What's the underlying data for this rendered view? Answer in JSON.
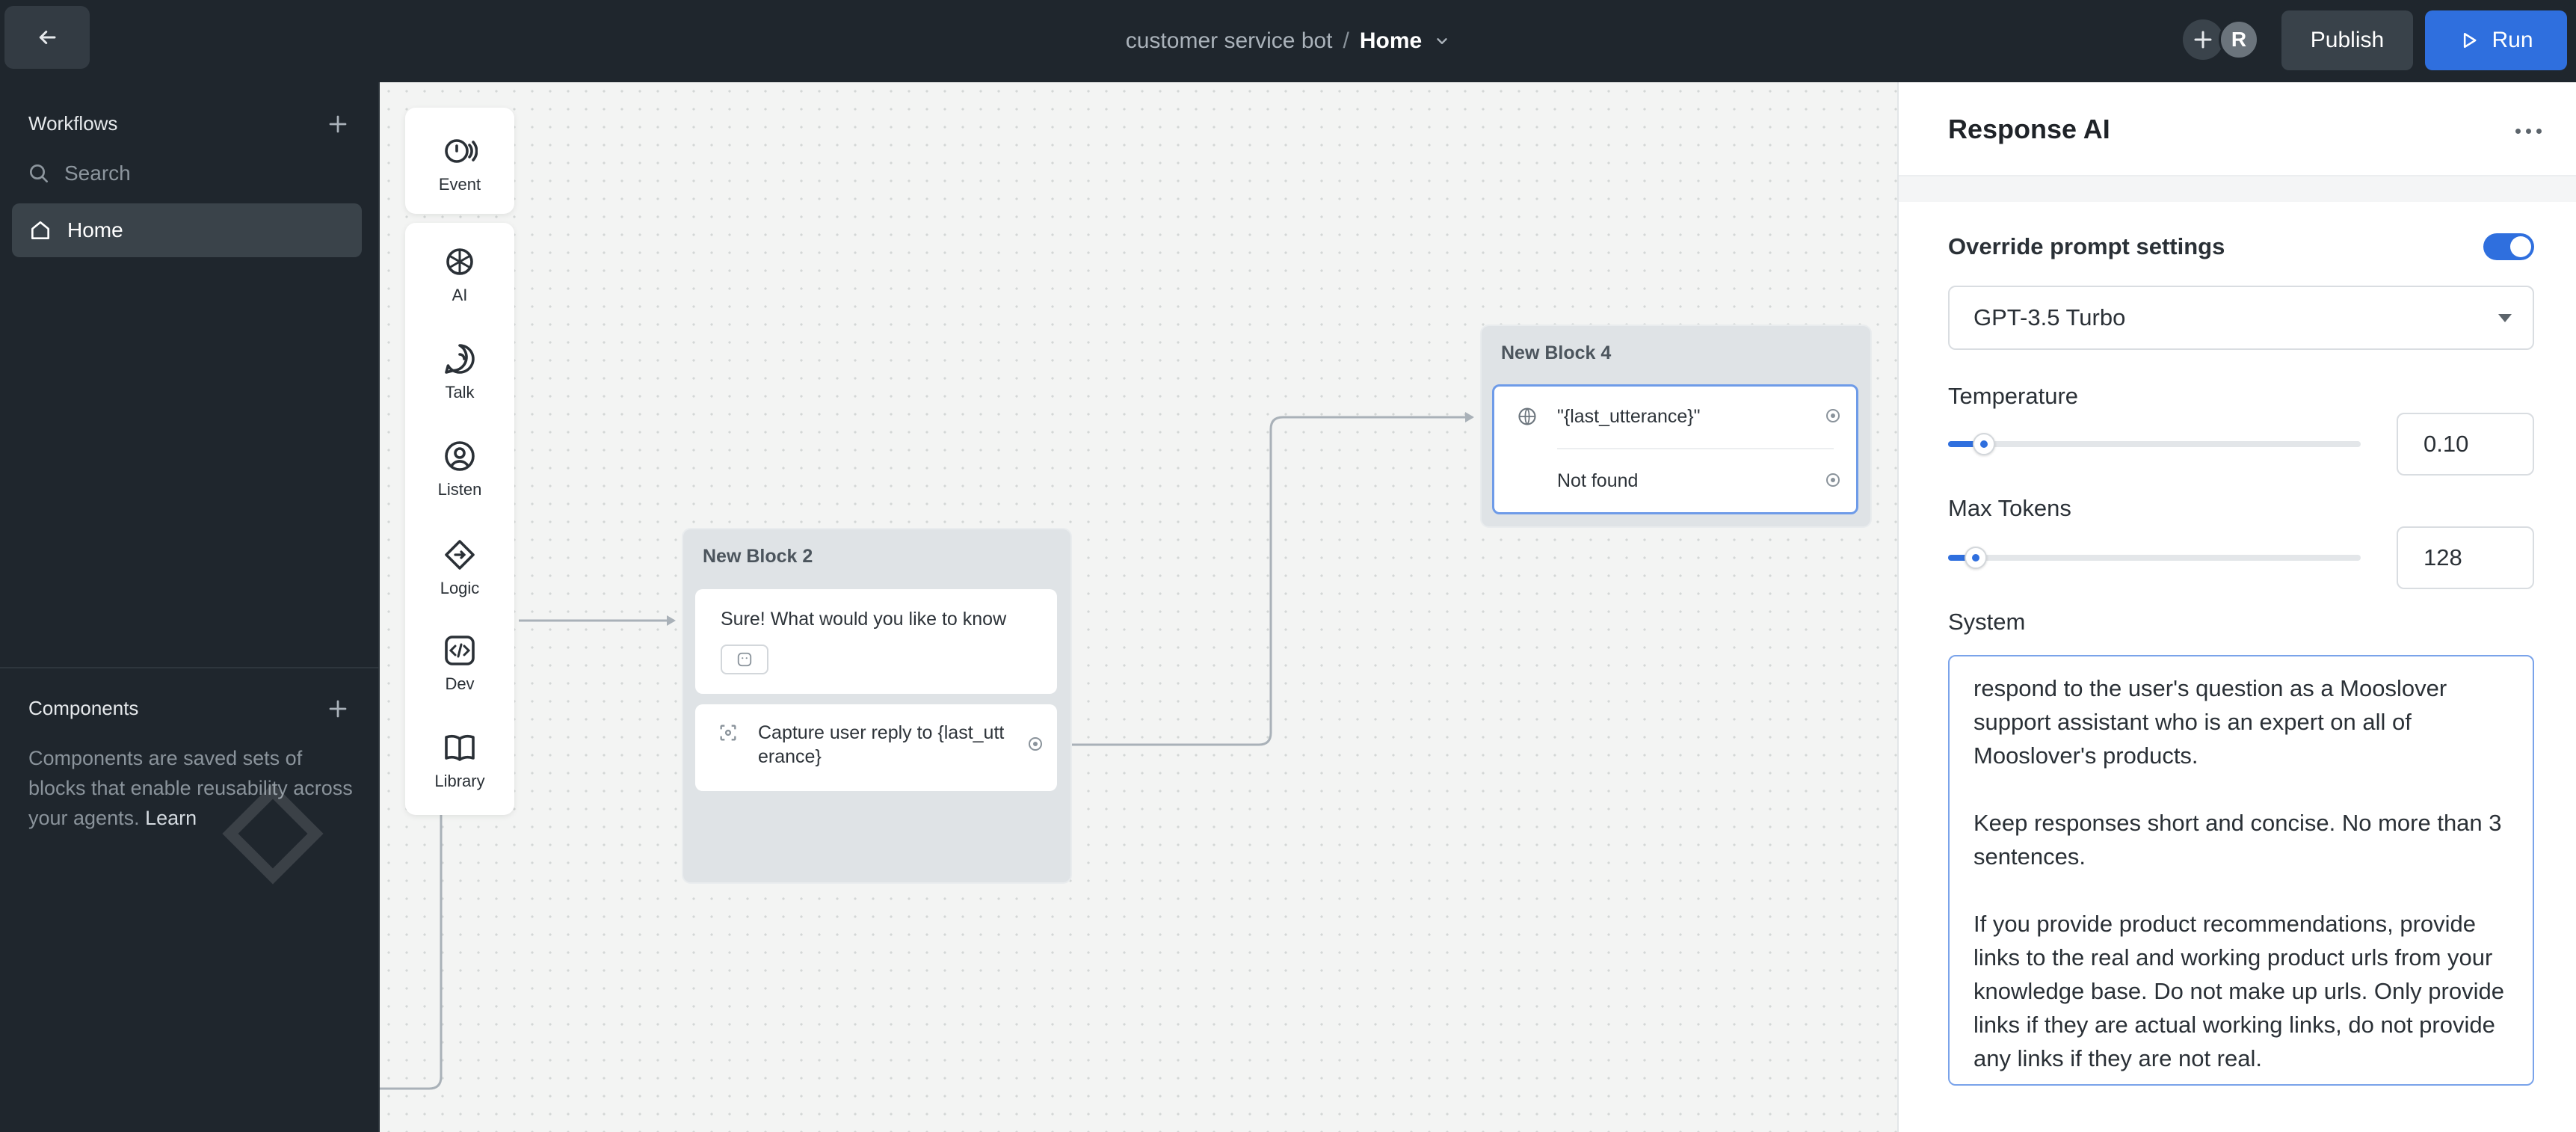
{
  "topbar": {
    "project_name": "customer service bot",
    "separator": "/",
    "current_workflow": "Home",
    "avatar_initial": "R",
    "publish_label": "Publish",
    "run_label": "Run"
  },
  "sidebar": {
    "workflows_label": "Workflows",
    "search_placeholder": "Search",
    "items": [
      {
        "label": "Home",
        "icon": "home-icon",
        "active": true
      }
    ],
    "components_label": "Components",
    "components_description": "Components are saved sets of blocks that enable reusability across your agents.",
    "learn_link": "Learn"
  },
  "toolbox": {
    "event_label": "Event",
    "tools": [
      {
        "label": "AI",
        "icon": "ai-icon"
      },
      {
        "label": "Talk",
        "icon": "talk-icon"
      },
      {
        "label": "Listen",
        "icon": "listen-icon"
      },
      {
        "label": "Logic",
        "icon": "logic-icon"
      },
      {
        "label": "Dev",
        "icon": "dev-icon"
      },
      {
        "label": "Library",
        "icon": "library-icon"
      }
    ]
  },
  "canvas": {
    "block2": {
      "title": "New Block 2",
      "talk_text": "Sure! What would you like to know",
      "capture_text": "Capture user reply to {last_utterance}"
    },
    "block4": {
      "title": "New Block 4",
      "match_text": "\"{last_utterance}\"",
      "fallback_text": "Not found"
    }
  },
  "panel": {
    "title": "Response AI",
    "override_label": "Override prompt settings",
    "override_enabled": true,
    "model": "GPT-3.5 Turbo",
    "temperature_label": "Temperature",
    "temperature_value": "0.10",
    "temperature_fraction": 0.05,
    "max_tokens_label": "Max Tokens",
    "max_tokens_value": "128",
    "max_tokens_fraction": 0.03,
    "system_label": "System",
    "system_prompt": "respond to the user's question as a Mooslover support assistant who is an expert on all of Mooslover's products.\n\nKeep responses short and concise. No more than 3 sentences.\n\nIf you provide product recommendations, provide links to the real and working product urls from your knowledge base. Do not make up urls. Only provide links if they are actual working links, do not provide any links if they are not real."
  },
  "colors": {
    "accent": "#2f6fde",
    "topbar_bg": "#1f262d",
    "canvas_bg": "#f3f4f3"
  }
}
